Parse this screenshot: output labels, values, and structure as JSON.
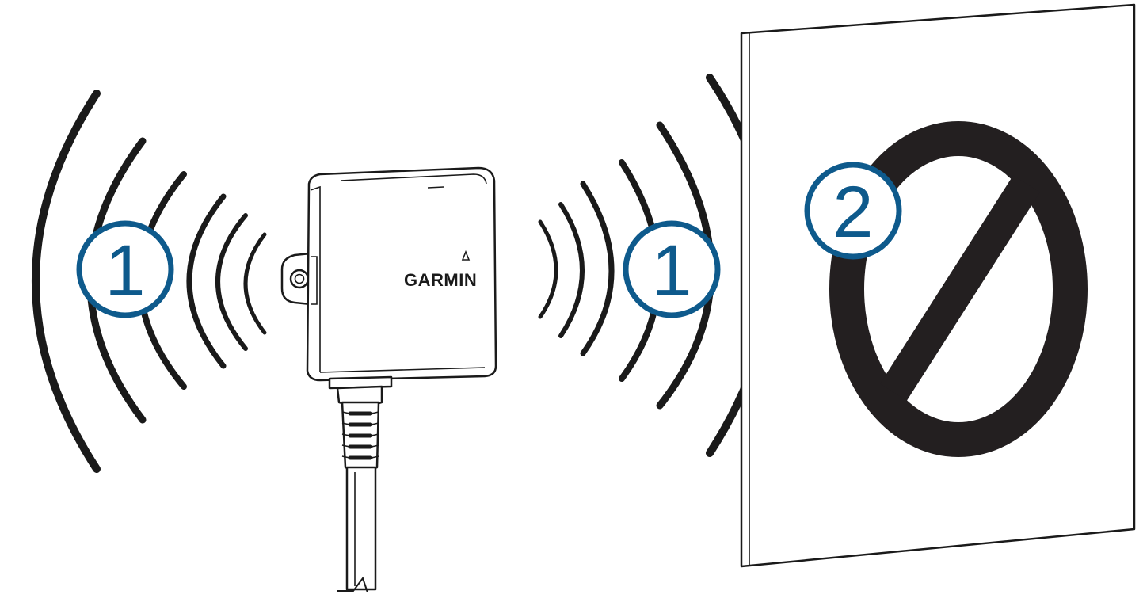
{
  "device": {
    "brand_label": "GARMIN"
  },
  "callouts": [
    {
      "id": "signal-left",
      "label": "1"
    },
    {
      "id": "signal-right",
      "label": "1"
    },
    {
      "id": "obstruction",
      "label": "2"
    }
  ],
  "colors": {
    "callout": "#0e5a8c",
    "line": "#1a1a1a",
    "prohibition": "#231f20",
    "background": "#ffffff"
  },
  "icons": {
    "prohibition_symbol": "no-entry-circle-slash-icon",
    "signal_waves": "radio-wave-icon"
  }
}
